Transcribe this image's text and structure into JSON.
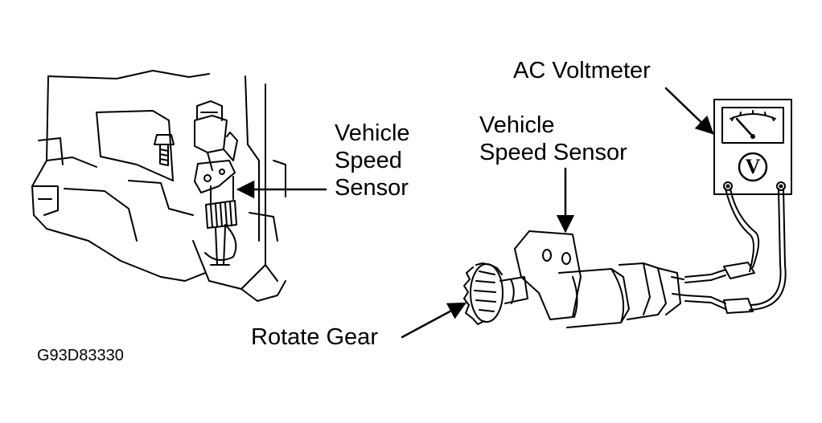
{
  "labels": {
    "vss_left_line1": "Vehicle",
    "vss_left_line2": "Speed",
    "vss_left_line3": "Sensor",
    "vss_right_line1": "Vehicle",
    "vss_right_line2": "Speed Sensor",
    "ac_voltmeter": "AC Voltmeter",
    "rotate_gear": "Rotate Gear",
    "figure_code": "G93D83330",
    "meter_symbol": "V"
  },
  "colors": {
    "ink": "#000000",
    "paper": "#ffffff"
  }
}
